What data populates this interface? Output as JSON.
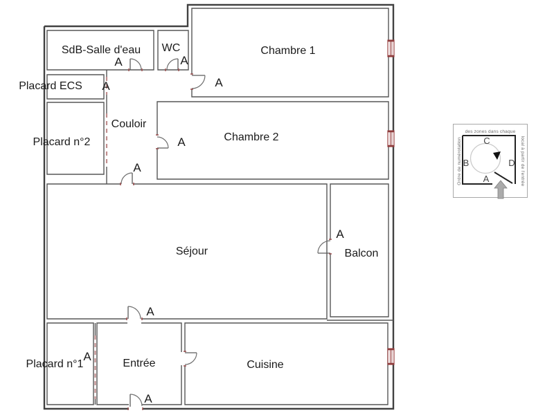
{
  "plan": {
    "rooms": [
      {
        "label": "SdB-Salle d'eau"
      },
      {
        "label": "WC"
      },
      {
        "label": "Chambre 1"
      },
      {
        "label": "Placard ECS"
      },
      {
        "label": "Couloir"
      },
      {
        "label": "Placard n°2"
      },
      {
        "label": "Chambre 2"
      },
      {
        "label": "Séjour"
      },
      {
        "label": "Balcon"
      },
      {
        "label": "Placard n°1"
      },
      {
        "label": "Entrée"
      },
      {
        "label": "Cuisine"
      }
    ],
    "door_markers": [
      "A",
      "A",
      "A",
      "A",
      "A",
      "A",
      "A",
      "A",
      "A",
      "A"
    ]
  },
  "legend": {
    "caption_top": "des zones dans chaque",
    "caption_left": "Ordre de numérotation",
    "caption_right": "local à partir de l'entrée",
    "zone_top": "C",
    "zone_left": "B",
    "zone_right": "D",
    "zone_bottom": "A"
  },
  "colors": {
    "wall": "#4f4f4f",
    "door_arc": "#6e6e6e",
    "window": "#9b4444",
    "sliding_door": "#c08e8e",
    "jamb": "#a05252",
    "text": "#1a1a1a"
  }
}
